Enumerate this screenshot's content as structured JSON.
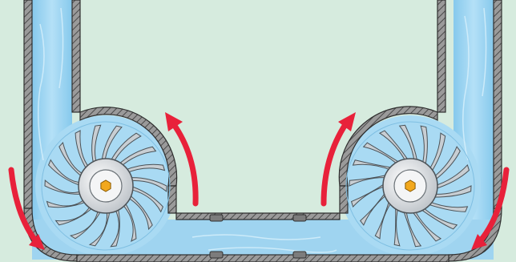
{
  "colors": {
    "background": "#d6ebde",
    "water": "#9fd4f0",
    "water_highlight": "#c9e9fa",
    "wall": "#8a8a8a",
    "wall_dark": "#3a3a3a",
    "blade": "#c8ced3",
    "hub": "#e4e6e8",
    "shaft": "#f2a81d",
    "flow_arrow": "#e8213a"
  },
  "icons": {
    "left_impeller": "impeller-icon",
    "right_impeller": "impeller-icon",
    "flow_arrows": "curved-arrow-icon"
  },
  "impellers": [
    {
      "id": "left",
      "blade_count": 18,
      "rotation": "counter-clockwise"
    },
    {
      "id": "right",
      "blade_count": 18,
      "rotation": "clockwise"
    }
  ],
  "flow_arrows": [
    {
      "id": "left-outer",
      "direction": "down"
    },
    {
      "id": "left-inner",
      "direction": "up"
    },
    {
      "id": "right-inner",
      "direction": "up"
    },
    {
      "id": "right-outer",
      "direction": "down"
    }
  ]
}
